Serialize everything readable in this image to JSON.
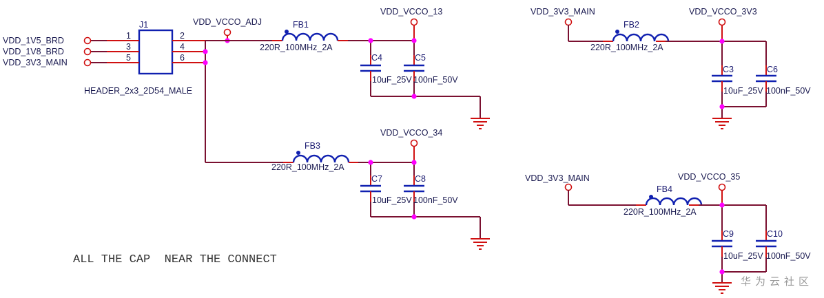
{
  "connector": {
    "designator": "J1",
    "type": "HEADER_2x3_2D54_MALE",
    "left_pins": [
      {
        "num": "1",
        "net": "VDD_1V5_BRD"
      },
      {
        "num": "3",
        "net": "VDD_1V8_BRD"
      },
      {
        "num": "5",
        "net": "VDD_3V3_MAIN"
      }
    ],
    "right_pins": [
      {
        "num": "2"
      },
      {
        "num": "4"
      },
      {
        "num": "6"
      }
    ],
    "output_net": "VDD_VCCO_ADJ"
  },
  "filters": [
    {
      "ferrite": "FB1",
      "ferrite_value": "220R_100MHz_2A",
      "input_net": "VDD_VCCO_ADJ",
      "output_net": "VDD_VCCO_13",
      "caps": [
        {
          "ref": "C4",
          "value": "10uF_25V"
        },
        {
          "ref": "C5",
          "value": "100nF_50V"
        }
      ]
    },
    {
      "ferrite": "FB3",
      "ferrite_value": "220R_100MHz_2A",
      "input_net": "VDD_VCCO_ADJ",
      "output_net": "VDD_VCCO_34",
      "caps": [
        {
          "ref": "C7",
          "value": "10uF_25V"
        },
        {
          "ref": "C8",
          "value": "100nF_50V"
        }
      ]
    },
    {
      "ferrite": "FB2",
      "ferrite_value": "220R_100MHz_2A",
      "input_net": "VDD_3V3_MAIN",
      "output_net": "VDD_VCCO_3V3",
      "caps": [
        {
          "ref": "C3",
          "value": "10uF_25V"
        },
        {
          "ref": "C6",
          "value": "100nF_50V"
        }
      ]
    },
    {
      "ferrite": "FB4",
      "ferrite_value": "220R_100MHz_2A",
      "input_net": "VDD_3V3_MAIN",
      "output_net": "VDD_VCCO_35",
      "caps": [
        {
          "ref": "C9",
          "value": "10uF_25V"
        },
        {
          "ref": "C10",
          "value": "100nF_50V"
        }
      ]
    }
  ],
  "note": "ALL THE CAP  NEAR THE CONNECT",
  "watermark": "华为云社区",
  "colors": {
    "wire": "#7a1030",
    "pin": "#d01010",
    "part": "#1020b0",
    "junction": "#ff00ff"
  }
}
